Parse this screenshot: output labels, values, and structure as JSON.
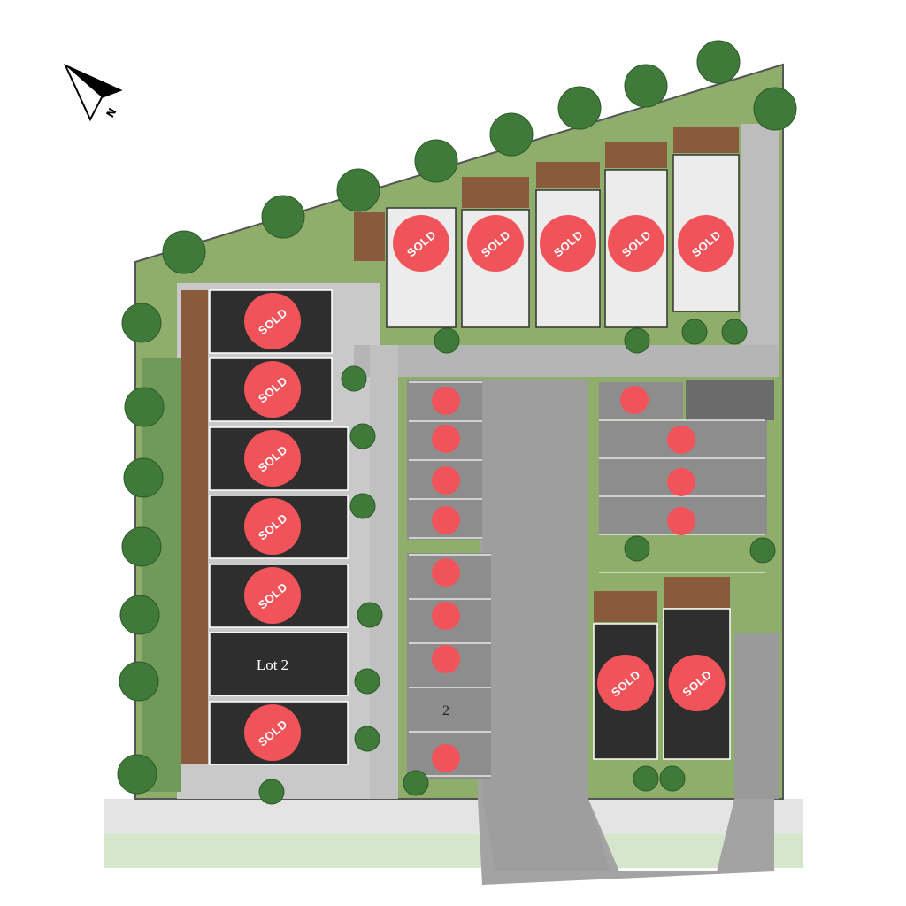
{
  "title": "Site Plan",
  "north_label": "N",
  "sold_label": "SOLD",
  "colors": {
    "sold": "#f0545a",
    "lot_dark": "#2e2e2e",
    "lot_light": "#ececec",
    "grass": "#7aa35a",
    "road": "#9a9a9a",
    "paving": "#c8c8c8",
    "deck": "#8a5a3c",
    "tree": "#3f7a3a"
  },
  "top_row_lots": [
    {
      "status": "sold"
    },
    {
      "status": "sold"
    },
    {
      "status": "sold"
    },
    {
      "status": "sold"
    },
    {
      "status": "sold"
    }
  ],
  "left_column_lots": [
    {
      "status": "sold",
      "label": "SOLD"
    },
    {
      "status": "sold",
      "label": "SOLD"
    },
    {
      "status": "sold",
      "label": "SOLD"
    },
    {
      "status": "sold",
      "label": "SOLD"
    },
    {
      "status": "sold",
      "label": "SOLD"
    },
    {
      "status": "available",
      "label": "Lot 2"
    },
    {
      "status": "sold",
      "label": "SOLD"
    }
  ],
  "bottom_right_lots": [
    {
      "status": "sold"
    },
    {
      "status": "sold"
    }
  ],
  "parking_left": [
    {
      "status": "sold"
    },
    {
      "status": "sold"
    },
    {
      "status": "sold"
    },
    {
      "status": "sold"
    },
    {
      "status": "sold"
    },
    {
      "status": "sold"
    },
    {
      "status": "sold"
    },
    {
      "status": "available",
      "label": "2"
    },
    {
      "status": "sold"
    }
  ],
  "parking_right": [
    {
      "status": "sold"
    },
    {
      "status": "sold"
    },
    {
      "status": "sold"
    },
    {
      "status": "sold"
    }
  ]
}
